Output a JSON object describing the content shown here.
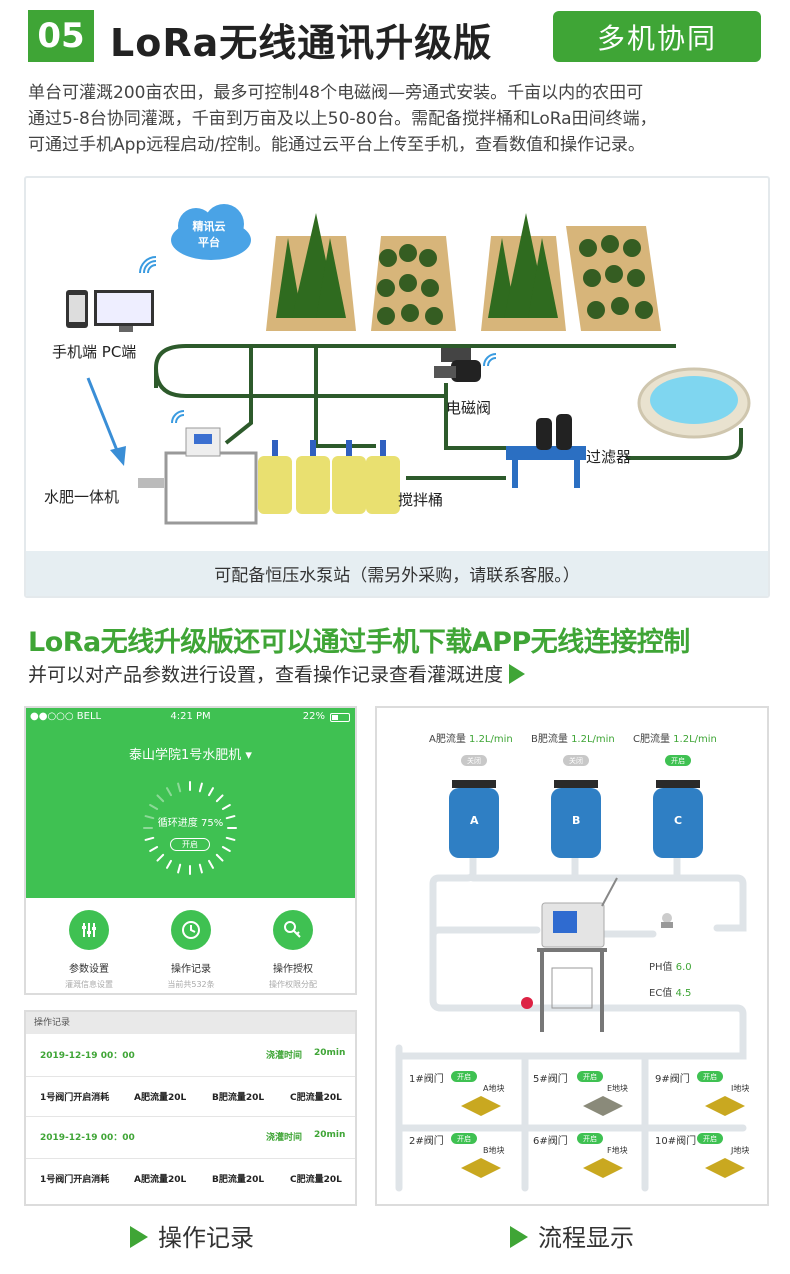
{
  "header": {
    "number": "05",
    "title": "LoRa无线通讯升级版",
    "badge": "多机协同"
  },
  "intro": {
    "lines": [
      "单台可灌溉200亩农田，最多可控制48个电磁阀—旁通式安装。千亩以内的农田可",
      "通过5-8台协同灌溉，千亩到万亩及以上50-80台。需配备搅拌桶和LoRa田间终端，",
      "可通过手机App远程启动/控制。能通过云平台上传至手机，查看数值和操作记录。"
    ]
  },
  "diagram": {
    "cloud_label": "精讯云\n平台",
    "cloud_line1": "精讯云",
    "cloud_line2": "平台",
    "devices_label": "手机端  PC端",
    "valve_label": "电磁阀",
    "filter_label": "过滤器",
    "machine_label": "水肥一体机",
    "mixer_label": "搅拌桶",
    "caption": "可配备恒压水泵站（需另外采购，请联系客服。）"
  },
  "section2": {
    "title": "LoRa无线升级版还可以通过手机下载APP无线连接控制",
    "subtitle": "并可以对产品参数进行设置，查看操作记录查看灌溉进度"
  },
  "phone": {
    "carrier": "●●○○○ BELL",
    "time": "4:21 PM",
    "battery": "22%",
    "device_title": "泰山学院1号水肥机 ▾",
    "progress_label": "循环进度 75%",
    "progress": 0.75,
    "open_button": "开启",
    "menu": [
      {
        "label": "参数设置",
        "sub": "灌溉信息设置",
        "icon": "sliders-icon"
      },
      {
        "label": "操作记录",
        "sub": "当前共532条",
        "icon": "clock-icon"
      },
      {
        "label": "操作授权",
        "sub": "操作权限分配",
        "icon": "key-icon"
      }
    ]
  },
  "log": {
    "header": "操作记录",
    "entries": [
      {
        "time": "2019-12-19 00：00",
        "duration_label": "浇灌时间",
        "duration": "20min",
        "valve": "1号阀门开启消耗",
        "a": "A肥流量20L",
        "b": "B肥流量20L",
        "c": "C肥流量20L"
      },
      {
        "time": "2019-12-19 00：00",
        "duration_label": "浇灌时间",
        "duration": "20min",
        "valve": "1号阀门开启消耗",
        "a": "A肥流量20L",
        "b": "B肥流量20L",
        "c": "C肥流量20L"
      }
    ]
  },
  "flow": {
    "tanks": [
      {
        "name": "A肥流量",
        "rate": "1.2L/min",
        "status": "关闭",
        "letter": "A",
        "on": false
      },
      {
        "name": "B肥流量",
        "rate": "1.2L/min",
        "status": "关闭",
        "letter": "B",
        "on": false
      },
      {
        "name": "C肥流量",
        "rate": "1.2L/min",
        "status": "开启",
        "letter": "C",
        "on": true
      }
    ],
    "ph_label": "PH值",
    "ph_value": "6.0",
    "ec_label": "EC值",
    "ec_value": "4.5",
    "valves": [
      {
        "name": "1#阀门",
        "status": "开启",
        "plot": "A地块"
      },
      {
        "name": "5#阀门",
        "status": "开启",
        "plot": "E地块"
      },
      {
        "name": "9#阀门",
        "status": "开启",
        "plot": "I地块"
      },
      {
        "name": "2#阀门",
        "status": "开启",
        "plot": "B地块"
      },
      {
        "name": "6#阀门",
        "status": "开启",
        "plot": "F地块"
      },
      {
        "name": "10#阀门",
        "status": "开启",
        "plot": "J地块"
      }
    ]
  },
  "captions": {
    "left": "操作记录",
    "right": "流程显示"
  },
  "colors": {
    "brand_green": "#3fa536",
    "app_green": "#3fc152",
    "tank_blue": "#2f7fc4",
    "caption_bg": "#e6eef2"
  }
}
